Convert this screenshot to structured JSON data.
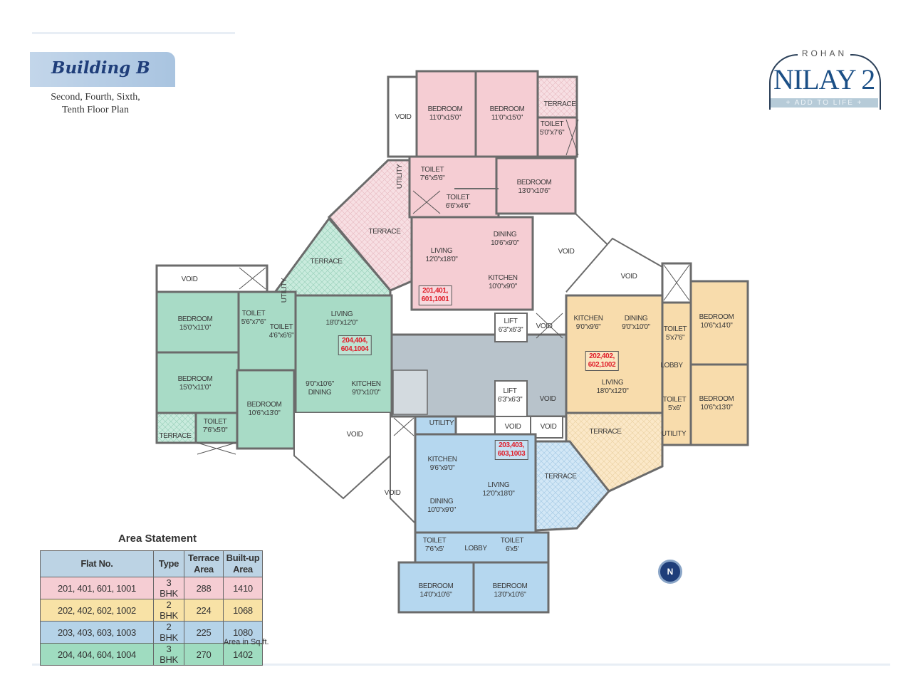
{
  "header": {
    "title": "Building B",
    "subtitle_line1": "Second, Fourth, Sixth,",
    "subtitle_line2": "Tenth Floor Plan"
  },
  "logo": {
    "brand": "ROHAN",
    "name": "NILAY 2",
    "tagline": "+ ADD TO LIFE +"
  },
  "compass": {
    "label": "N"
  },
  "colors": {
    "unit_201": "#f5cdd3",
    "unit_202": "#f8dcac",
    "unit_203": "#b5d7ef",
    "unit_204": "#a8dbc6",
    "core": "#b8c3cb",
    "wall": "#6b6b6b"
  },
  "units": {
    "u201": {
      "tag": [
        "201,401,",
        "601,1001"
      ],
      "rooms": [
        {
          "name": "VOID"
        },
        {
          "name": "BEDROOM",
          "size": "11'0\"x15'0\""
        },
        {
          "name": "BEDROOM",
          "size": "11'0\"x15'0\""
        },
        {
          "name": "TERRACE"
        },
        {
          "name": "TOILET",
          "size": "5'0\"x7'6\""
        },
        {
          "name": "UTILITY"
        },
        {
          "name": "TOILET",
          "size": "7'6\"x5'6\""
        },
        {
          "name": "TOILET",
          "size": "6'6\"x4'6\""
        },
        {
          "name": "BEDROOM",
          "size": "13'0\"x10'6\""
        },
        {
          "name": "TERRACE"
        },
        {
          "name": "DINING",
          "size": "10'6\"x9'0\""
        },
        {
          "name": "LIVING",
          "size": "12'0\"x18'0\""
        },
        {
          "name": "KITCHEN",
          "size": "10'0\"x9'0\""
        },
        {
          "name": "VOID"
        }
      ]
    },
    "u204": {
      "tag": [
        "204,404,",
        "604,1004"
      ],
      "rooms": [
        {
          "name": "VOID"
        },
        {
          "name": "TERRACE"
        },
        {
          "name": "UTILITY"
        },
        {
          "name": "BEDROOM",
          "size": "15'0\"x11'0\""
        },
        {
          "name": "TOILET",
          "size": "5'6\"x7'6\""
        },
        {
          "name": "TOILET",
          "size": "4'6\"x6'6\""
        },
        {
          "name": "LIVING",
          "size": "18'0\"x12'0\""
        },
        {
          "name": "BEDROOM",
          "size": "15'0\"x11'0\""
        },
        {
          "name": "DINING",
          "size": "9'0\"x10'6\""
        },
        {
          "name": "KITCHEN",
          "size": "9'0\"x10'0\""
        },
        {
          "name": "BEDROOM",
          "size": "10'6\"x13'0\""
        },
        {
          "name": "TOILET",
          "size": "7'6\"x5'0\""
        },
        {
          "name": "TERRACE"
        },
        {
          "name": "VOID"
        }
      ]
    },
    "core": {
      "rooms": [
        {
          "name": "LIFT",
          "size": "6'3\"x6'3\""
        },
        {
          "name": "VOID"
        },
        {
          "name": "LIFT",
          "size": "6'3\"x6'3\""
        },
        {
          "name": "VOID"
        },
        {
          "name": "VOID"
        },
        {
          "name": "VOID"
        }
      ]
    },
    "u202": {
      "tag": [
        "202,402,",
        "602,1002"
      ],
      "rooms": [
        {
          "name": "VOID"
        },
        {
          "name": "KITCHEN",
          "size": "9'0\"x9'6\""
        },
        {
          "name": "DINING",
          "size": "9'0\"x10'0\""
        },
        {
          "name": "TOILET",
          "size": "5'x7'6\""
        },
        {
          "name": "BEDROOM",
          "size": "10'6\"x14'0\""
        },
        {
          "name": "LOBBY"
        },
        {
          "name": "LIVING",
          "size": "18'0\"x12'0\""
        },
        {
          "name": "TOILET",
          "size": "5'x6'"
        },
        {
          "name": "BEDROOM",
          "size": "10'6\"x13'0\""
        },
        {
          "name": "TERRACE"
        },
        {
          "name": "UTILITY"
        }
      ]
    },
    "u203": {
      "tag": [
        "203,403,",
        "603,1003"
      ],
      "rooms": [
        {
          "name": "UTILITY"
        },
        {
          "name": "KITCHEN",
          "size": "9'6\"x9'0\""
        },
        {
          "name": "TERRACE"
        },
        {
          "name": "LIVING",
          "size": "12'0\"x18'0\""
        },
        {
          "name": "VOID"
        },
        {
          "name": "DINING",
          "size": "10'0\"x9'0\""
        },
        {
          "name": "TOILET",
          "size": "7'6\"x5'"
        },
        {
          "name": "LOBBY"
        },
        {
          "name": "TOILET",
          "size": "6'x5'"
        },
        {
          "name": "BEDROOM",
          "size": "14'0\"x10'6\""
        },
        {
          "name": "BEDROOM",
          "size": "13'0\"x10'6\""
        }
      ]
    }
  },
  "area_statement": {
    "title": "Area Statement",
    "headers": [
      "Flat No.",
      "Type",
      "Terrace Area",
      "Built-up Area"
    ],
    "rows": [
      {
        "flats": "201, 401, 601, 1001",
        "type": "3 BHK",
        "terrace": "288",
        "builtup": "1410"
      },
      {
        "flats": "202, 402, 602, 1002",
        "type": "2 BHK",
        "terrace": "224",
        "builtup": "1068"
      },
      {
        "flats": "203, 403, 603, 1003",
        "type": "2 BHK",
        "terrace": "225",
        "builtup": "1080"
      },
      {
        "flats": "204, 404, 604, 1004",
        "type": "3 BHK",
        "terrace": "270",
        "builtup": "1402"
      }
    ],
    "unit_note": "Area in Sq.ft."
  }
}
